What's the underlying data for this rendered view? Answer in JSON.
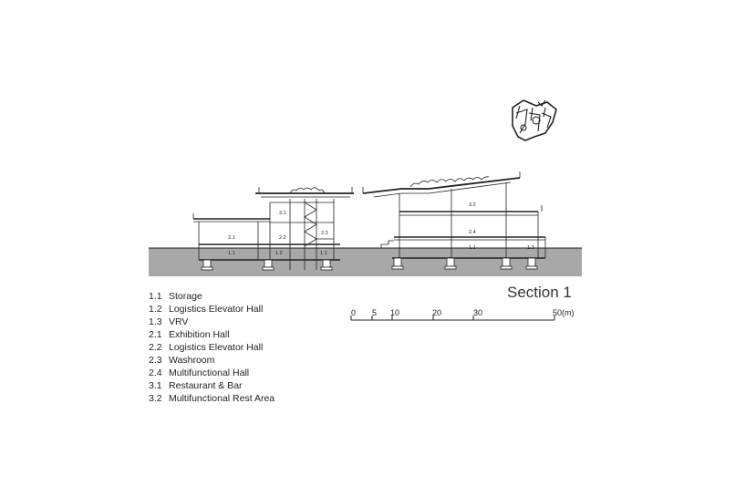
{
  "title": "Section 1",
  "legend": [
    {
      "code": "1.1",
      "name": "Storage"
    },
    {
      "code": "1.2",
      "name": "Logistics Elevator Hall"
    },
    {
      "code": "1.3",
      "name": "VRV"
    },
    {
      "code": "2.1",
      "name": "Exhibition Hall"
    },
    {
      "code": "2.2",
      "name": "Logistics Elevator Hall"
    },
    {
      "code": "2.3",
      "name": "Washroom"
    },
    {
      "code": "2.4",
      "name": "Multifunctional Hall"
    },
    {
      "code": "3.1",
      "name": "Restaurant & Bar"
    },
    {
      "code": "3.2",
      "name": "Multifunctional Rest Area"
    }
  ],
  "scale_bar": {
    "ticks": [
      "0",
      "5",
      "10",
      "20",
      "30",
      "50(m)"
    ]
  },
  "room_labels": {
    "left_1_1": "1.1",
    "left_1_2": "1.2",
    "left_2_1": "2.1",
    "left_2_2": "2.2",
    "left_2_3": "2.3",
    "left_3_1": "3.1",
    "left_core_1_1": "1.1",
    "right_1_1": "1.1",
    "right_1_3": "1.3",
    "right_2_4": "2.4",
    "right_3_2": "3.2"
  },
  "colors": {
    "ground": "#a8a8a8",
    "line": "#222222"
  }
}
